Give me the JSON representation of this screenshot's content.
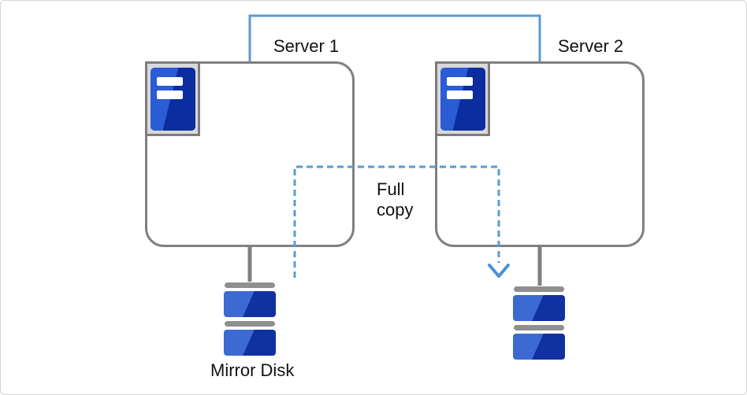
{
  "diagram": {
    "title": "Mirror disk full copy diagram",
    "servers": [
      {
        "label": "Server 1"
      },
      {
        "label": "Server 2"
      }
    ],
    "arrow": {
      "label": "Full copy",
      "style": "dashed",
      "direction": "server1-to-server2-disk"
    },
    "disk": {
      "left_label": "Mirror Disk"
    },
    "icons": {
      "server": "server-tower-icon",
      "disk": "disk-stack-icon",
      "arrowhead": "arrow-down-chevron-icon"
    },
    "colors": {
      "link_blue": "#5b9bd5",
      "arrowhead_blue": "#4a90d9",
      "box_border_gray": "#808080",
      "icon_frame_gray": "#7d7d7d",
      "icon_frame_fill": "#d9d9d9",
      "icon_blue_light": "#2a5cd5",
      "icon_blue_dark": "#0b2da0",
      "disk_blue_light": "#3b6ad3",
      "disk_blue_dark": "#0f31a2",
      "disk_cap_gray": "#8f8f8f",
      "canvas_border": "#d5d5d5",
      "text": "#111111"
    }
  }
}
